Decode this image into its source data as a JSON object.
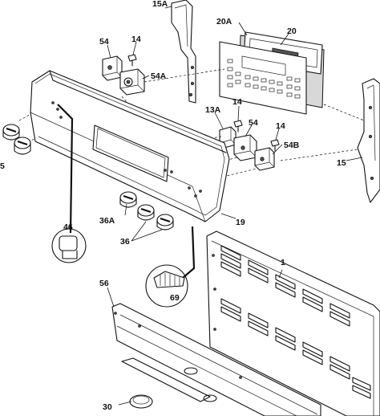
{
  "labels": {
    "p15A": "15A",
    "p20A": "20A",
    "p20": "20",
    "p54_top": "54",
    "p14_top": "14",
    "p54A": "54A",
    "p13A": "13A",
    "p14_mid": "14",
    "p54_mid": "54",
    "p14_right": "14",
    "p54B": "54B",
    "p15": "15",
    "p5": "5",
    "p46": "46",
    "p36A": "36A",
    "p36": "36",
    "p19": "19",
    "p1": "1",
    "p69": "69",
    "p56": "56",
    "p30": "30"
  }
}
